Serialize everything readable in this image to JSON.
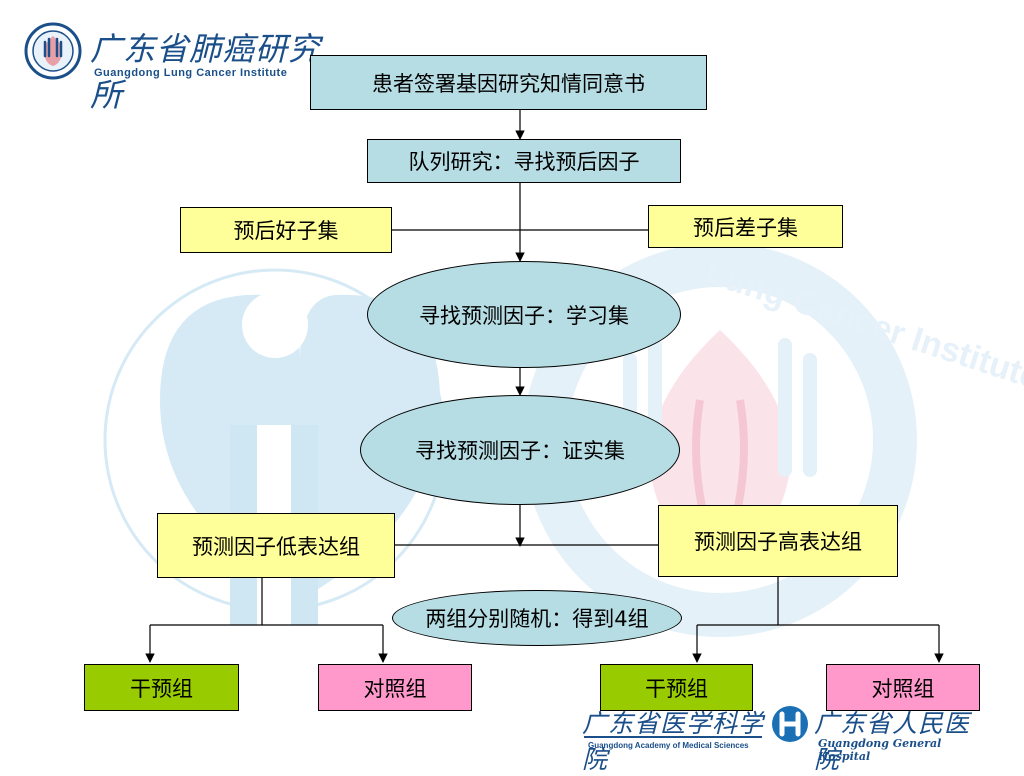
{
  "header": {
    "logo_title": "广东省肺癌研究所",
    "logo_subtitle": "Guangdong Lung Cancer Institute"
  },
  "watermark": {
    "ring_text": "Lung Cancer Institute"
  },
  "flow": {
    "consent": "患者签署基因研究知情同意书",
    "cohort": "队列研究：寻找预后因子",
    "good_prognosis": "预后好子集",
    "poor_prognosis": "预后差子集",
    "learning_set": "寻找预测因子：学习集",
    "validation_set": "寻找预测因子：证实集",
    "low_expression": "预测因子低表达组",
    "high_expression": "预测因子高表达组",
    "randomize": "两组分别随机：得到4组",
    "intervention_left": "干预组",
    "control_left": "对照组",
    "intervention_right": "干预组",
    "control_right": "对照组"
  },
  "footer": {
    "academy_name": "广东省医学科学院",
    "academy_en": "Guangdong Academy of Medical Sciences",
    "hospital_name": "广东省人民医院",
    "hospital_en": "Guangdong General Hospital"
  },
  "colors": {
    "cyan": "#b7dde4",
    "yellow": "#ffff99",
    "green": "#99cc00",
    "pink": "#ff99cc",
    "watermark_blue": "#d6eaf5",
    "logo_blue": "#1a4f8a"
  }
}
